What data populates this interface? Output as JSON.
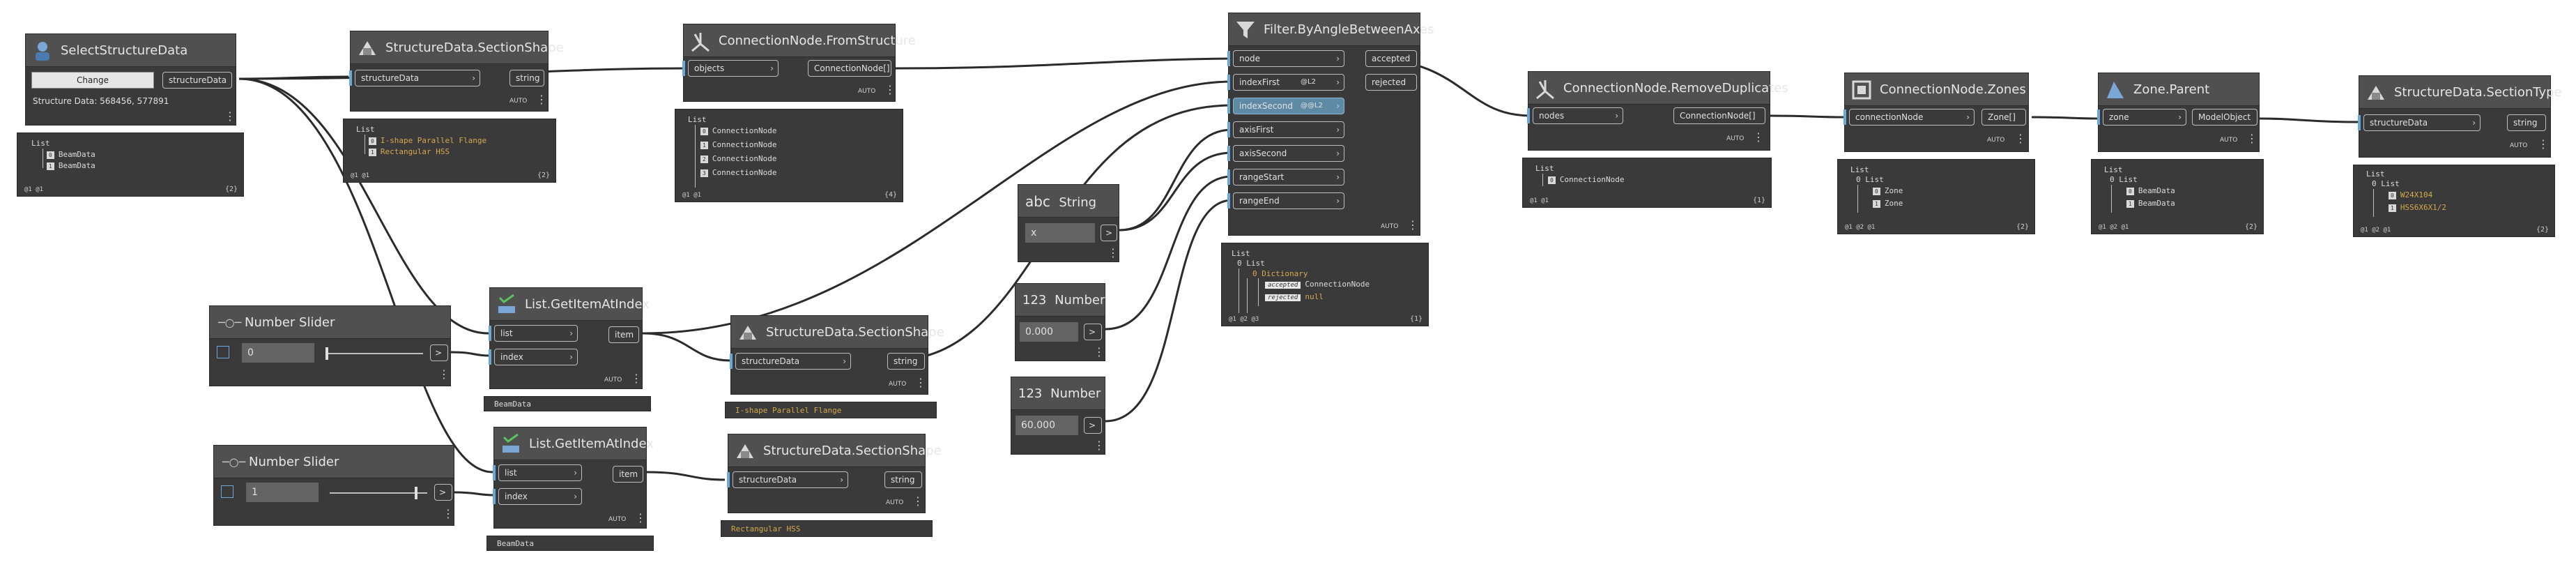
{
  "colors": {
    "canvas": "#ffffff",
    "node_header": "#505050",
    "node_body": "#3a3a3a",
    "wire": "#2b2b2b",
    "highlight_port": "#5f8aa6",
    "string_value": "#d6a84e"
  },
  "nodes": {
    "select_structure": {
      "title": "SelectStructureData",
      "button": "Change",
      "output": "structureData",
      "info": "Structure Data: 568456, 577891",
      "icon": "person-icon"
    },
    "section_shape_1": {
      "title": "StructureData.SectionShape",
      "input": "structureData",
      "output": "string",
      "auto": "AUTO",
      "icon": "section-icon"
    },
    "from_structure": {
      "title": "ConnectionNode.FromStructure",
      "input": "objects",
      "output": "ConnectionNode[]",
      "auto": "AUTO",
      "icon": "node-icon"
    },
    "filter": {
      "title": "Filter.ByAngleBetweenAxes",
      "inputs": [
        "node",
        "indexFirst",
        "indexSecond",
        "axisFirst",
        "axisSecond",
        "rangeStart",
        "rangeEnd"
      ],
      "outputs": [
        "accepted",
        "rejected"
      ],
      "index_first_value": "@L2",
      "index_second_value": "@@L2",
      "auto": "AUTO",
      "icon": "filter-icon"
    },
    "remove_duplicates": {
      "title": "ConnectionNode.RemoveDuplicates",
      "input": "nodes",
      "output": "ConnectionNode[]",
      "auto": "AUTO",
      "icon": "node-icon"
    },
    "zones": {
      "title": "ConnectionNode.Zones",
      "input": "connectionNode",
      "output": "Zone[]",
      "auto": "AUTO",
      "icon": "node-icon"
    },
    "zone_parent": {
      "title": "Zone.Parent",
      "input": "zone",
      "output": "ModelObject",
      "auto": "AUTO",
      "icon": "zone-icon"
    },
    "section_type": {
      "title": "StructureData.SectionType",
      "input": "structureData",
      "output": "string",
      "auto": "AUTO",
      "icon": "section-icon"
    },
    "string_node": {
      "title": "String",
      "type_glyph": "abc",
      "value": "x",
      "output": ">"
    },
    "number_1": {
      "title": "Number",
      "type_glyph": "123",
      "value": "0.000",
      "output": ">"
    },
    "number_2": {
      "title": "Number",
      "type_glyph": "123",
      "value": "60.000",
      "output": ">"
    },
    "slider_1": {
      "title": "Number Slider",
      "value": "0",
      "output": ">",
      "slider_fraction": 0.0
    },
    "slider_2": {
      "title": "Number Slider",
      "value": "1",
      "output": ">",
      "slider_fraction": 0.9
    },
    "get_item_1": {
      "title": "List.GetItemAtIndex",
      "inputs": [
        "list",
        "index"
      ],
      "output": "item",
      "auto": "AUTO",
      "icon": "list-icon"
    },
    "get_item_2": {
      "title": "List.GetItemAtIndex",
      "inputs": [
        "list",
        "index"
      ],
      "output": "item",
      "auto": "AUTO",
      "icon": "list-icon"
    },
    "section_shape_2": {
      "title": "StructureData.SectionShape",
      "input": "structureData",
      "output": "string",
      "auto": "AUTO",
      "icon": "section-icon"
    },
    "section_shape_3": {
      "title": "StructureData.SectionShape",
      "input": "structureData",
      "output": "string",
      "auto": "AUTO",
      "icon": "section-icon"
    }
  },
  "previews": {
    "select_structure": {
      "list": "List",
      "items": [
        {
          "i": "0",
          "v": "BeamData"
        },
        {
          "i": "1",
          "v": "BeamData"
        }
      ],
      "footer": "@1 @1",
      "count": "{2}"
    },
    "section_shape_1": {
      "list": "List",
      "items": [
        {
          "i": "0",
          "v": "I-shape Parallel Flange"
        },
        {
          "i": "1",
          "v": "Rectangular HSS"
        }
      ],
      "footer": "@1 @1",
      "count": "{2}"
    },
    "from_structure": {
      "list": "List",
      "items": [
        {
          "i": "0",
          "v": "ConnectionNode"
        },
        {
          "i": "1",
          "v": "ConnectionNode"
        },
        {
          "i": "2",
          "v": "ConnectionNode"
        },
        {
          "i": "3",
          "v": "ConnectionNode"
        }
      ],
      "footer": "@1 @1",
      "count": "{4}"
    },
    "filter": {
      "l1": "List",
      "l2": "0 List",
      "l3": "0 Dictionary",
      "k1": "accepted",
      "v1": "ConnectionNode",
      "k2": "rejected",
      "v2": "null",
      "footer": "@1 @2 @3",
      "count": "{1}"
    },
    "remove_duplicates": {
      "list": "List",
      "items": [
        {
          "i": "0",
          "v": "ConnectionNode"
        }
      ],
      "footer": "@1 @1",
      "count": "{1}"
    },
    "zones": {
      "list": "List",
      "sub": "0 List",
      "items": [
        {
          "i": "0",
          "v": "Zone"
        },
        {
          "i": "1",
          "v": "Zone"
        }
      ],
      "footer": "@1 @2 @1",
      "count": "{2}"
    },
    "zone_parent": {
      "list": "List",
      "sub": "0 List",
      "items": [
        {
          "i": "0",
          "v": "BeamData"
        },
        {
          "i": "1",
          "v": "BeamData"
        }
      ],
      "footer": "@1 @2 @1",
      "count": "{2}"
    },
    "section_type": {
      "list": "List",
      "sub": "0 List",
      "items": [
        {
          "i": "0",
          "v": "W24X104"
        },
        {
          "i": "1",
          "v": "HSS6X6X1/2"
        }
      ],
      "footer": "@1 @2 @1",
      "count": "{2}"
    },
    "get_item_1": {
      "value": "BeamData"
    },
    "get_item_2": {
      "value": "BeamData"
    },
    "section_shape_2": {
      "value": "I-shape Parallel Flange"
    },
    "section_shape_3": {
      "value": "Rectangular HSS"
    }
  }
}
